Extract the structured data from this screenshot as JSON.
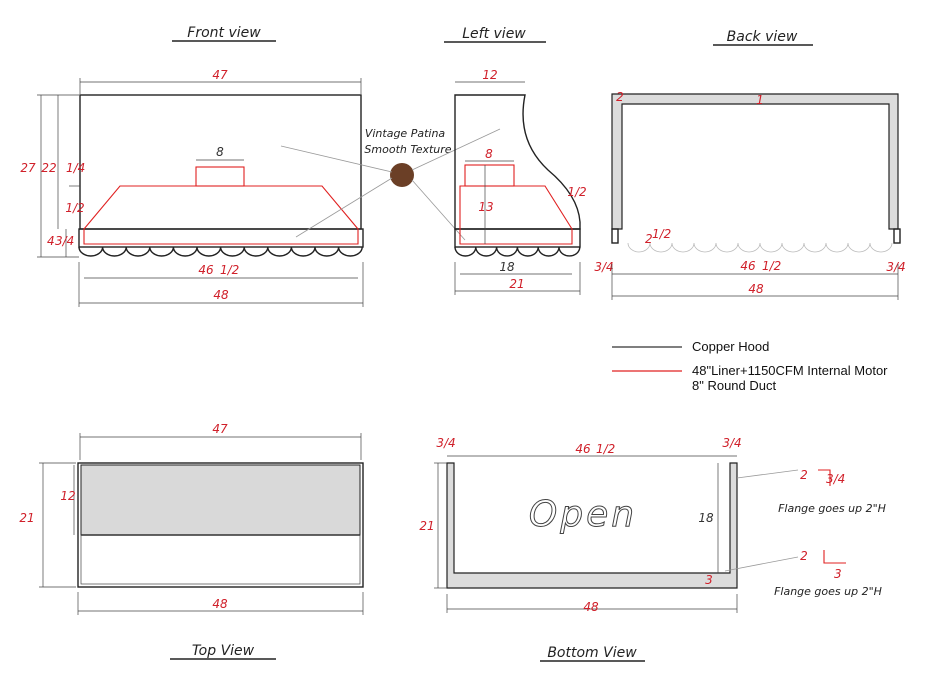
{
  "views": {
    "front": {
      "title": "Front view",
      "w_top": "47",
      "duct": "8",
      "h_total": "27",
      "h_body": "22",
      "h_body_frac": "1/4",
      "liner_lip": "1/2",
      "band_h": "4",
      "band_h_frac": "3/4",
      "inner_w": "46",
      "inner_w_frac": "1/2",
      "w_bottom": "48"
    },
    "left": {
      "title": "Left view",
      "top_depth": "12",
      "duct": "8",
      "liner_h": "13",
      "side_lip": "1/2",
      "liner_depth": "18",
      "depth": "21"
    },
    "back": {
      "title": "Back view",
      "wall_top": "1",
      "wall_side": "2",
      "tab": "2",
      "tab_frac": "1/2",
      "edge_l": "3/4",
      "edge_r": "3/4",
      "inner_w": "46",
      "inner_w_frac": "1/2",
      "w_bottom": "48"
    },
    "top": {
      "title": "Top View",
      "w_top": "47",
      "liner_depth": "12",
      "depth": "21",
      "w_bottom": "48"
    },
    "bottom": {
      "title": "Bottom View",
      "edge_l": "3/4",
      "edge_r": "3/4",
      "inner_w": "46",
      "inner_w_frac": "1/2",
      "depth": "21",
      "inner_depth": "18",
      "flange_h": "3",
      "w_bottom": "48",
      "open_label": "Open"
    }
  },
  "finish": {
    "line1": "Vintage Patina",
    "line2": "Smooth Texture",
    "swatch_color": "#6b3f26"
  },
  "flange_details": {
    "upper": {
      "a": "2",
      "b": "3/4",
      "note": "Flange goes up 2\"H"
    },
    "lower": {
      "a": "2",
      "b": "3",
      "note": "Flange goes up 2\"H"
    }
  },
  "legend": [
    {
      "label": "Copper Hood",
      "color": "#555555"
    },
    {
      "label": "48\"Liner+1150CFM Internal Motor",
      "color": "#e02020"
    },
    {
      "label": "8\" Round Duct",
      "color": ""
    }
  ]
}
